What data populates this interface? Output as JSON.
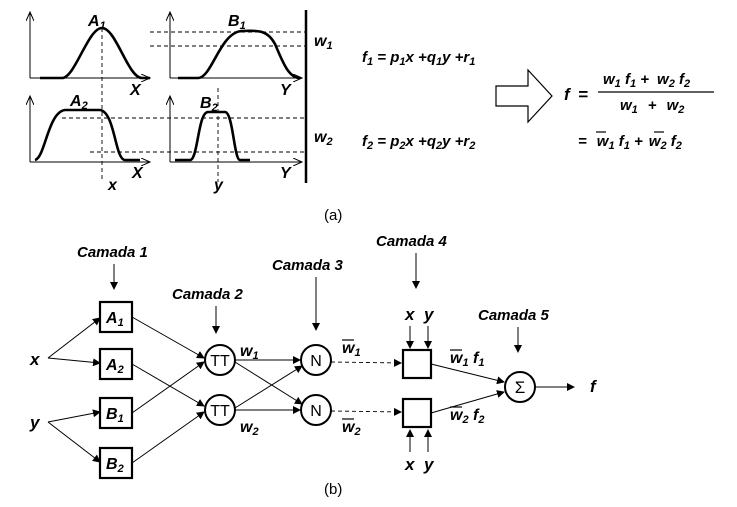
{
  "panel_a": {
    "caption": "(a)",
    "mf_labels": {
      "a1": "A",
      "a1_sub": "1",
      "b1": "B",
      "b1_sub": "1",
      "a2": "A",
      "a2_sub": "2",
      "b2": "B",
      "b2_sub": "2"
    },
    "axis_labels": {
      "x_top": "X",
      "y_top": "Y",
      "x_bot": "X",
      "y_bot": "Y",
      "x_input": "x",
      "y_input": "y"
    },
    "weights": {
      "w1": "w",
      "w1_sub": "1",
      "w2": "w",
      "w2_sub": "2"
    },
    "rule1": {
      "lhs": "f",
      "lhs_sub": "1",
      "eq": " = ",
      "p": "p",
      "p_sub": "1",
      "x": "x +",
      "q": "q",
      "q_sub": "1",
      "y": "y +",
      "r": "r",
      "r_sub": "1"
    },
    "rule2": {
      "lhs": "f",
      "lhs_sub": "2",
      "eq": " = ",
      "p": "p",
      "p_sub": "2",
      "x": "x +",
      "q": "q",
      "q_sub": "2",
      "y": "y +",
      "r": "r",
      "r_sub": "2"
    },
    "output": {
      "f": "f",
      "eq": "=",
      "num_w1": "w",
      "num_w1_sub": "1",
      "num_f1": " f",
      "num_f1_sub": "1",
      "num_plus": " +",
      "num_w2": "w",
      "num_w2_sub": "2",
      "num_f2": " f",
      "num_f2_sub": "2",
      "den_w1": "w",
      "den_w1_sub": "1",
      "den_plus": "+",
      "den_w2": "w",
      "den_w2_sub": "2",
      "eq2": "=",
      "l2_w1": "w",
      "l2_w1_sub": "1",
      "l2_f1": " f",
      "l2_f1_sub": "1",
      "l2_plus": " +",
      "l2_w2": "w",
      "l2_w2_sub": "2",
      "l2_f2": " f",
      "l2_f2_sub": "2"
    }
  },
  "panel_b": {
    "caption": "(b)",
    "layers": {
      "l1": "Camada 1",
      "l2": "Camada 2",
      "l3": "Camada 3",
      "l4": "Camada 4",
      "l5": "Camada 5"
    },
    "inputs": {
      "x": "x",
      "y": "y"
    },
    "nodes": {
      "a1": "A",
      "a1_sub": "1",
      "a2": "A",
      "a2_sub": "2",
      "b1": "B",
      "b1_sub": "1",
      "b2": "B",
      "b2_sub": "2",
      "pi": "TT",
      "n": "N",
      "sigma": "Σ"
    },
    "signals": {
      "w1": "w",
      "w1_sub": "1",
      "w2": "w",
      "w2_sub": "2",
      "wb1": "w",
      "wb1_sub": "1",
      "wb2": "w",
      "wb2_sub": "2",
      "out1_w": "w",
      "out1_w_sub": "1",
      "out1_f": " f",
      "out1_f_sub": "1",
      "out2_w": "w",
      "out2_w_sub": "2",
      "out2_f": " f",
      "out2_f_sub": "2",
      "xy_top_x": "x",
      "xy_top_y": "y",
      "xy_bot_x": "x",
      "xy_bot_y": "y",
      "f_out": "f"
    }
  }
}
